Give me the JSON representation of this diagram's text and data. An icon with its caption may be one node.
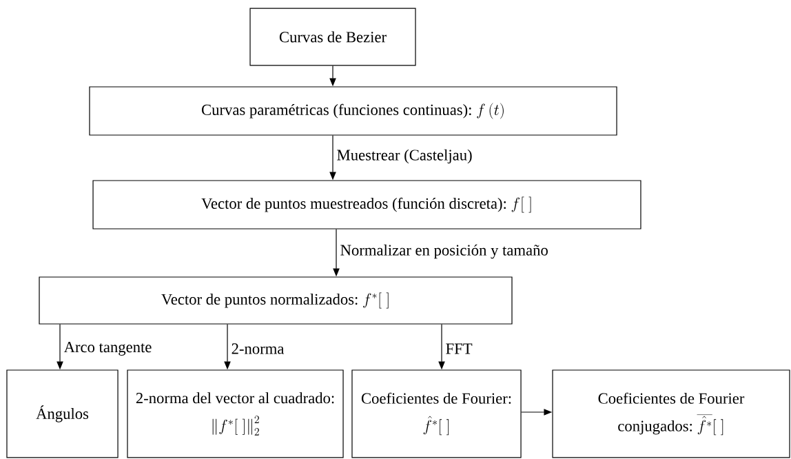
{
  "diagram": {
    "nodes": [
      {
        "text": [
          "Curvas de Bezier"
        ]
      },
      {
        "text": [
          "Curvas paramétricas (funciones continuas):",
          "f\\left(t\\right)"
        ]
      },
      {
        "text": [
          "Vector de puntos muestreados (función discreta):",
          "f\\big[\\;\\big]"
        ]
      },
      {
        "text": [
          "Vector de puntos normalizados:",
          "f^{*}[\\;]"
        ]
      },
      {
        "text": [
          "Ángulos"
        ]
      },
      {
        "text": [
          "2-norma del vector al cuadrado:",
          "\\left\\|f^{*}[\\;]\\right\\|_2^2"
        ]
      },
      {
        "text": [
          "Coeficientes de Fourier:",
          "\\hat{f}^{*}[\\;]"
        ]
      },
      {
        "text": [
          "Coeficientes de Fourier conjugados:",
          "\\overline{\\hat{f}^{*}}[\\;]"
        ]
      }
    ],
    "edges": [
      {
        "from": 0,
        "to": 1,
        "arrow": "to"
      },
      {
        "from": 1,
        "to": 2,
        "arrow": "to",
        "label": "Muestrear (Casteljau)"
      },
      {
        "from": 2,
        "to": 3,
        "arrow": "to",
        "label": "Normalizar en posición y tamaño"
      },
      {
        "from": 3,
        "to": 4,
        "arrow": "to",
        "label": "Arco tangente"
      },
      {
        "from": 3,
        "to": 5,
        "arrow": "to",
        "label": "2-norma"
      },
      {
        "from": 3,
        "to": 6,
        "arrow": "to",
        "label": "FFT"
      },
      {
        "from": 6,
        "to": 7,
        "arrow": "to"
      }
    ]
  }
}
